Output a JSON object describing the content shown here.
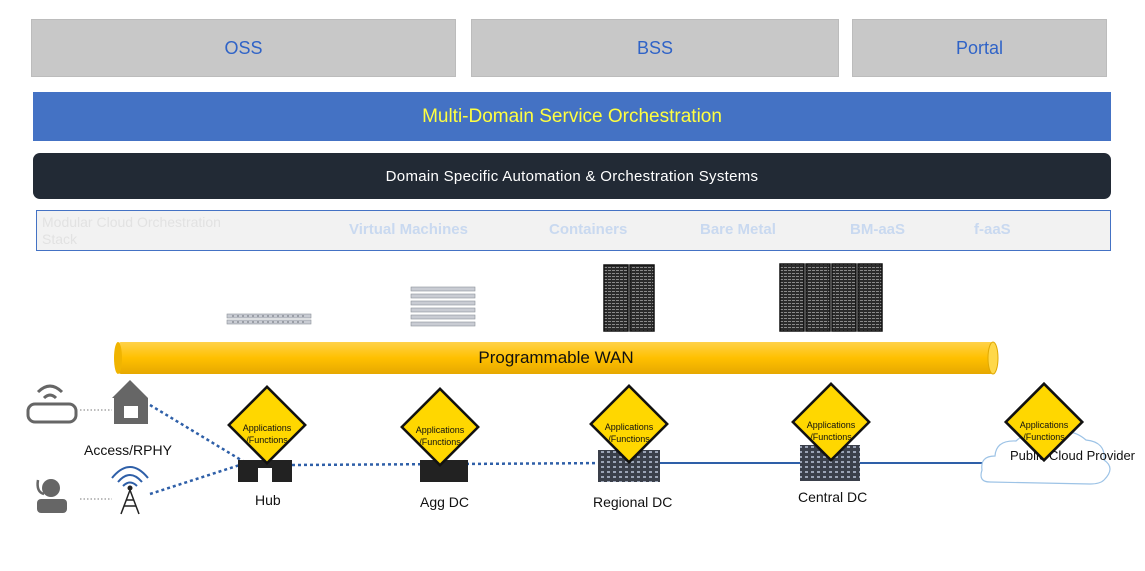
{
  "top_systems": {
    "oss": "OSS",
    "bss": "BSS",
    "portal": "Portal"
  },
  "orchestration": {
    "multi_domain": "Multi-Domain Service Orchestration",
    "domain_specific": "Domain Specific Automation & Orchestration Systems"
  },
  "stack": {
    "label": "Modular Cloud Orchestration Stack",
    "items": [
      "Virtual Machines",
      "Containers",
      "Bare Metal",
      "BM-aaS",
      "f-aaS"
    ]
  },
  "wan": {
    "label": "Programmable WAN"
  },
  "access": {
    "label": "Access/RPHY"
  },
  "sites": {
    "hub": "Hub",
    "agg_dc": "Agg DC",
    "regional_dc": "Regional DC",
    "central_dc": "Central DC",
    "public_cloud": "Public Cloud Provider"
  },
  "app_diamond": {
    "line1": "Applications",
    "line2": "/Functions"
  },
  "colors": {
    "gray_box": "#c8c8c8",
    "blue_bar": "#4472c4",
    "dark_bar": "#222a35",
    "wan_yellow": "#ffc000",
    "link_blue": "#2e5fa8"
  },
  "icons": [
    "modem-icon",
    "house-icon",
    "user-icon",
    "cell-tower-icon",
    "server-rack-icon",
    "building-icon",
    "cloud-icon"
  ]
}
